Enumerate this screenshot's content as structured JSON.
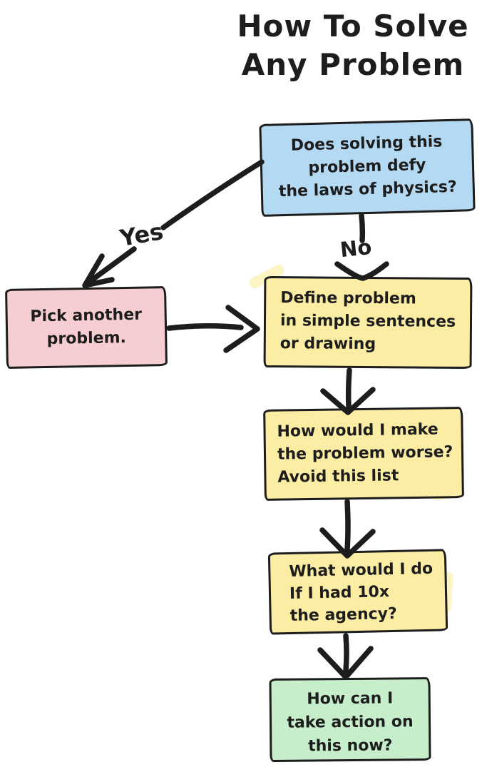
{
  "title": {
    "line1": "How To Solve",
    "line2": "Any Problem"
  },
  "nodes": {
    "physics": {
      "lines": [
        "Does solving this",
        "problem defy",
        "the laws of physics?"
      ],
      "color": "#b4d9f3"
    },
    "pick_another": {
      "lines": [
        "Pick another",
        "problem."
      ],
      "color": "#f6cdd0"
    },
    "define": {
      "lines": [
        "Define problem",
        "in simple sentences",
        "or drawing"
      ],
      "color": "#fbeda4"
    },
    "worse": {
      "lines": [
        "How would I make",
        "the problem worse?",
        "Avoid this list"
      ],
      "color": "#fbeda4"
    },
    "ten_x": {
      "lines": [
        "What would I do",
        "If I had 10x",
        "the agency?"
      ],
      "color": "#fbeda4"
    },
    "action": {
      "lines": [
        "How can I",
        "take action on",
        "this now?"
      ],
      "color": "#c6eecb"
    }
  },
  "edges": [
    {
      "from": "physics",
      "to": "pick_another",
      "label": "Yes"
    },
    {
      "from": "physics",
      "to": "define",
      "label": "No"
    },
    {
      "from": "pick_another",
      "to": "define",
      "label": ""
    },
    {
      "from": "define",
      "to": "worse",
      "label": ""
    },
    {
      "from": "worse",
      "to": "ten_x",
      "label": ""
    },
    {
      "from": "ten_x",
      "to": "action",
      "label": ""
    }
  ],
  "colors": {
    "ink": "#1d1d1d",
    "background": "#ffffff",
    "highlight_accent": "#fcf4c2"
  }
}
